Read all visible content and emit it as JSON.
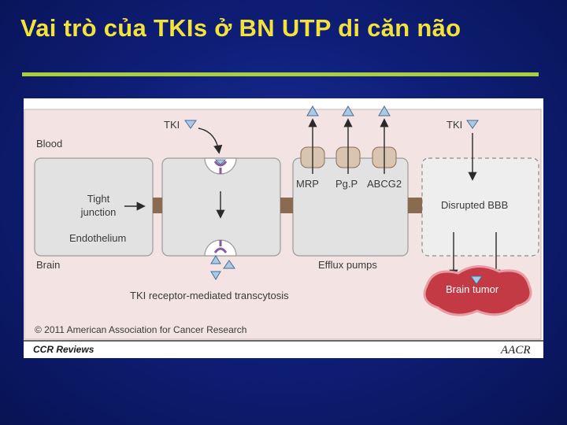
{
  "slide": {
    "title": "Vai trò của TKIs ở BN UTP di căn não"
  },
  "figure": {
    "labels": {
      "blood": "Blood",
      "brain": "Brain",
      "tki_left": "TKI",
      "tki_right": "TKI",
      "tight_junction_line1": "Tight",
      "tight_junction_line2": "junction",
      "endothelium": "Endothelium",
      "mrp": "MRP",
      "pgp": "Pg.P",
      "abcg2": "ABCG2",
      "disrupted_bbb": "Disrupted BBB",
      "efflux_pumps": "Efflux pumps",
      "brain_tumor": "Brain tumor",
      "transcytosis": "TKI receptor-mediated transcytosis"
    },
    "copyright": "© 2011 American Association for Cancer Research",
    "footer_left": "CCR Reviews",
    "footer_logo": "AACR"
  },
  "colors": {
    "title": "#f2e23a",
    "rule": "#a9d03c",
    "background": "#0f1f7a",
    "panel_pink": "#f3e3e3",
    "cell_gray": "#e2e2e2",
    "tumor_red": "#c33a45",
    "triangle_blue": "#a9c9e6",
    "receptor_purple": "#8a5aa0"
  }
}
